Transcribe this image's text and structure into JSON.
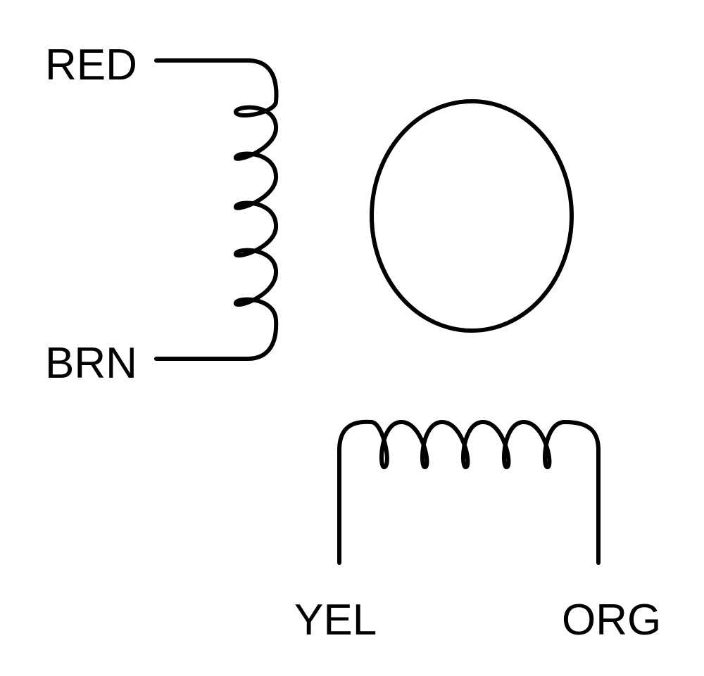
{
  "diagram": {
    "labels": {
      "red": "RED",
      "brn": "BRN",
      "yel": "YEL",
      "org": "ORG"
    },
    "colors": {
      "stroke": "#000000",
      "background": "#ffffff"
    }
  }
}
